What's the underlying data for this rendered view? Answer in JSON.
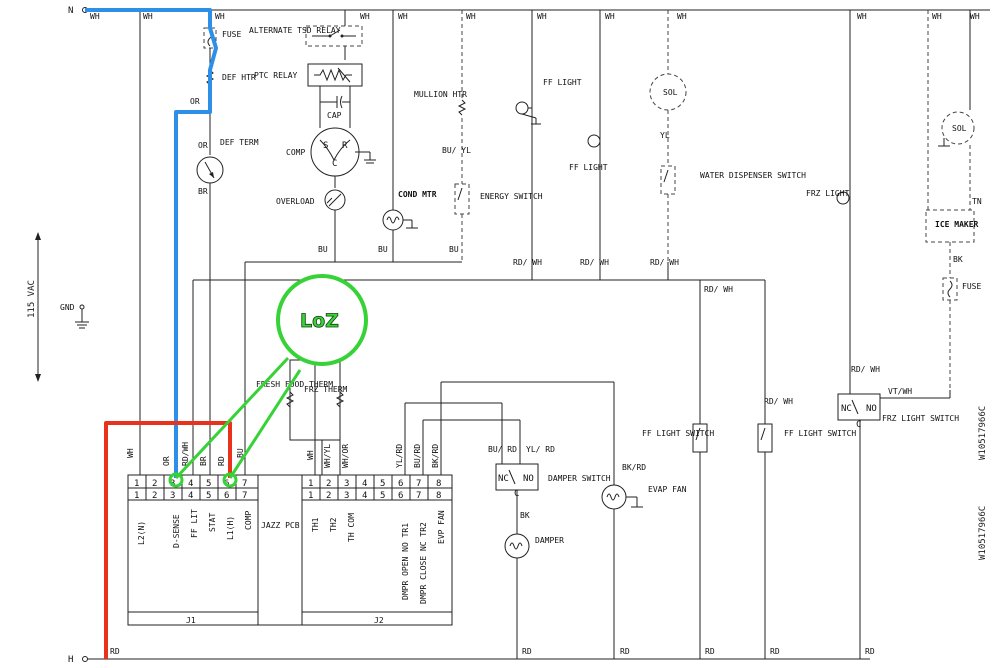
{
  "diagram": {
    "rails": {
      "neutral": "N",
      "hot": "H",
      "voltage": "115 VAC",
      "ground": "GND"
    },
    "wire_labels": {
      "wh": "WH",
      "or": "OR",
      "br": "BR",
      "bu": "BU",
      "rd": "RD",
      "bk": "BK",
      "tn": "TN",
      "yl": "YL",
      "bu_yl": "BU/ YL",
      "rd_wh": "RD/ WH",
      "vt_wh": "VT/WH",
      "bu_rd": "BU/ RD",
      "yl_rd": "YL/ RD",
      "bk_rd": "BK/RD",
      "j_wh_top": "WH",
      "j_or": "OR",
      "j_rd_wh": "RD/WH",
      "j_br": "BR",
      "j_rd": "RD",
      "j_bu": "BU",
      "j_wh2": "WH",
      "j_wh_yl": "WH/YL",
      "j_wh_or": "WH/OR",
      "j_yl_rd": "YL/RD",
      "j_bu_rd": "BU/RD",
      "j_bk_rd": "BK/RD"
    },
    "components": {
      "fuse": "FUSE",
      "alt_tsd_relay": "ALTERNATE TSD RELAY",
      "def_htr": "DEF HTR",
      "ptc_relay": "PTC RELAY",
      "cap": "CAP",
      "comp": "COMP",
      "overload": "OVERLOAD",
      "def_term": "DEF TERM",
      "cond_mtr": "COND MTR",
      "mullion_htr": "MULLION HTR",
      "energy_switch": "ENERGY SWITCH",
      "ff_light_a": "FF LIGHT",
      "ff_light_b": "FF LIGHT",
      "sol": "SOL",
      "water_dispenser_switch": "WATER DISPENSER SWITCH",
      "frz_light": "FRZ LIGHT",
      "sol2": "SOL",
      "ice_maker": "ICE MAKER",
      "fuse2": "FUSE",
      "fresh_food_therm": "FRESH FOOD THERM",
      "frz_therm": "FRZ THERM",
      "damper_switch": "DAMPER SWITCH",
      "evap_fan": "EVAP FAN",
      "damper": "DAMPER",
      "ff_light_switch_a": "FF LIGHT SWITCH",
      "ff_light_switch_b": "FF LIGHT SWITCH",
      "frz_light_switch": "FRZ LIGHT SWITCH",
      "jazz_pcb": "JAZZ PCB",
      "s": "S",
      "r": "R",
      "c": "C",
      "nc": "NC",
      "no": "NO"
    },
    "j1": {
      "title": "J1",
      "pins": [
        "1",
        "2",
        "3",
        "4",
        "5",
        "6",
        "7"
      ],
      "labels": [
        "L2(N)",
        "D-SENSE",
        "FF LIT",
        "STAT",
        "L1(H)",
        "COMP"
      ]
    },
    "j2": {
      "title": "J2",
      "pins": [
        "1",
        "2",
        "3",
        "4",
        "5",
        "6",
        "7",
        "8"
      ],
      "labels": [
        "TH1",
        "TH2",
        "TH COM",
        "DMPR OPEN NO TR1",
        "DMPR CLOSE NC TR2",
        "EVP FAN"
      ]
    },
    "callout": {
      "text": "LoZ",
      "color": "#2ecc2e"
    },
    "part_number": "W10517966C",
    "highlight_colors": {
      "blue": "#2e8fe8",
      "red": "#e8321c",
      "green": "#36d236"
    }
  }
}
